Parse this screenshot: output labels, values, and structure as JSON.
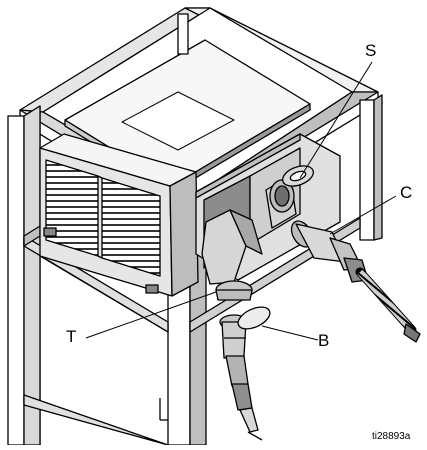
{
  "labels": {
    "s": "S",
    "c": "C",
    "t": "T",
    "b": "B"
  },
  "figure_id": "ti28893a",
  "colors": {
    "line": "#000000",
    "metal": "#d9d9d9",
    "shade": "#a6a6a6",
    "dark": "#595959",
    "background": "#ffffff"
  }
}
